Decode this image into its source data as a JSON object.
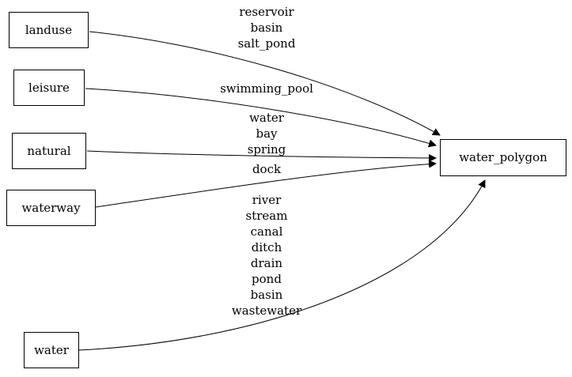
{
  "diagram": {
    "nodes": {
      "landuse": "landuse",
      "leisure": "leisure",
      "natural": "natural",
      "waterway": "waterway",
      "water": "water",
      "water_polygon": "water_polygon"
    },
    "edge_labels": {
      "landuse": "reservoir\nbasin\nsalt_pond",
      "leisure": "swimming_pool",
      "natural": "water\nbay\nspring",
      "waterway": "dock",
      "water": "river\nstream\ncanal\nditch\ndrain\npond\nbasin\nwastewater"
    },
    "colors": {
      "stroke": "#000000",
      "background": "#ffffff",
      "text": "#000000"
    }
  }
}
